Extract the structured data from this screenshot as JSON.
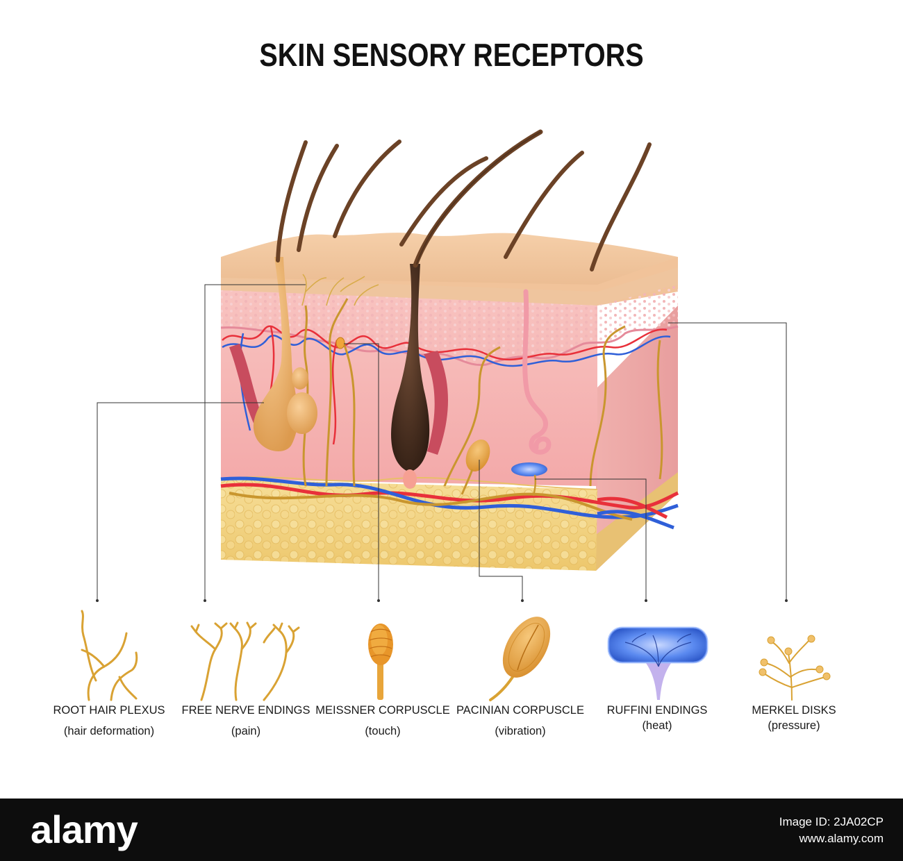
{
  "title": "SKIN SENSORY RECEPTORS",
  "receptors": [
    {
      "name": "ROOT HAIR PLEXUS",
      "function": "(hair deformation)",
      "icon": "root-hair-plexus-icon"
    },
    {
      "name": "FREE NERVE ENDINGS",
      "function": "(pain)",
      "icon": "free-nerve-endings-icon"
    },
    {
      "name": "MEISSNER CORPUSCLE",
      "function": "(touch)",
      "icon": "meissner-corpuscle-icon"
    },
    {
      "name": "PACINIAN CORPUSCLE",
      "function": "(vibration)",
      "icon": "pacinian-corpuscle-icon"
    },
    {
      "name": "RUFFINI ENDINGS",
      "function": "(heat)",
      "icon": "ruffini-endings-icon"
    },
    {
      "name": "MERKEL DISKS",
      "function": "(pressure)",
      "icon": "merkel-disks-icon"
    }
  ],
  "watermark": {
    "brand": "alamy",
    "image_id": "Image ID: 2JA02CP",
    "site": "www.alamy.com"
  },
  "colors": {
    "epidermis": "#f3c9a6",
    "dermis": "#f6b5b2",
    "fat": "#f2d58a",
    "hair": "#6b4226",
    "nerve": "#c9962e",
    "artery": "#e8303a",
    "vein": "#2f5fd8",
    "ruffini": "#4a7fe8"
  }
}
